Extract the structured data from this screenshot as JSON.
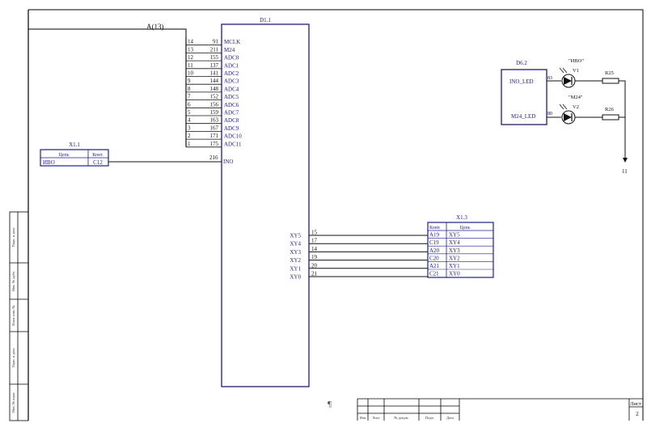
{
  "bus_label": "A(13)",
  "d1": {
    "title": "D1.1",
    "bus_wires": [
      "14",
      "13",
      "12",
      "11",
      "10",
      "9",
      "8",
      "7",
      "6",
      "5",
      "4",
      "3",
      "2",
      "1"
    ],
    "pins": [
      "91",
      "211",
      "155",
      "137",
      "141",
      "144",
      "148",
      "152",
      "156",
      "159",
      "163",
      "167",
      "171",
      "175"
    ],
    "signals": [
      "MCLK",
      "M24",
      "ADC0",
      "ADC1",
      "ADC2",
      "ADC3",
      "ADC4",
      "ADC5",
      "ADC6",
      "ADC7",
      "ADC8",
      "ADC9",
      "ADC10",
      "ADC11"
    ],
    "ino_pin": "216",
    "ino_signal": "INO",
    "xy_signals": [
      "XY5",
      "XY4",
      "XY3",
      "XY2",
      "XY1",
      "XY0"
    ],
    "xy_pins": [
      "15",
      "17",
      "14",
      "19",
      "20",
      "21"
    ]
  },
  "x13": {
    "title": "X1.3",
    "header_contact": "Конт.",
    "header_net": "Цепь",
    "contacts": [
      "A19",
      "C19",
      "A20",
      "C20",
      "A21",
      "C21"
    ],
    "nets": [
      "XY5",
      "XY4",
      "XY3",
      "XY2",
      "XY1",
      "XY0"
    ]
  },
  "x11": {
    "title": "X1.1",
    "header_net": "Цепь",
    "header_contact": "Конт.",
    "net": "ИВО",
    "contact": "C12"
  },
  "d62": {
    "title": "D6.2",
    "pin_top_label": "INO_LED",
    "pin_top_num": "83",
    "pin_bottom_label": "M24_LED",
    "pin_bottom_num": "80"
  },
  "leds": {
    "v1_caption": "\"ИВО\"",
    "v1_ref": "V1",
    "v2_caption": "\"M24\"",
    "v2_ref": "V2"
  },
  "resistors": {
    "r25": "R25",
    "r26": "R26"
  },
  "ground_label": "11",
  "pilcrow": "¶",
  "side_stamp": [
    "Подп. и дата",
    "Инв. № дубл.",
    "Взам. инв. №",
    "Подп. и дата",
    "Инв. № подл."
  ],
  "title_block": {
    "cols": [
      "Изм",
      "Лист",
      "№ докум.",
      "Подп.",
      "Дата"
    ],
    "sheet_label": "Лист",
    "sheet_number": "2"
  },
  "colors": {
    "component": "#1a1aa8",
    "wire": "#111111"
  }
}
